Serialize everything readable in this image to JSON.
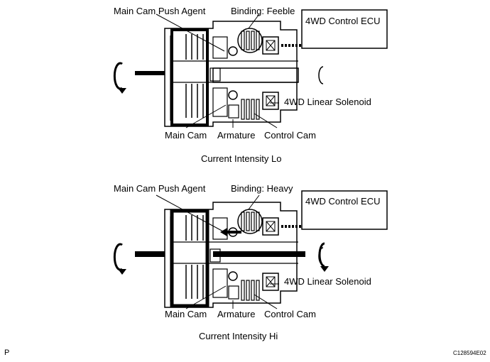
{
  "diagrams": [
    {
      "labels": {
        "push_agent": "Main Cam Push Agent",
        "binding": "Binding: Feeble",
        "ecu": "4WD Control ECU",
        "solenoid": "4WD Linear Solenoid",
        "main_cam": "Main Cam",
        "armature": "Armature",
        "control_cam": "Control Cam"
      },
      "caption": "Current Intensity Lo"
    },
    {
      "labels": {
        "push_agent": "Main Cam Push Agent",
        "binding": "Binding: Heavy",
        "ecu": "4WD Control ECU",
        "solenoid": "4WD Linear Solenoid",
        "main_cam": "Main Cam",
        "armature": "Armature",
        "control_cam": "Control Cam"
      },
      "caption": "Current Intensity Hi"
    }
  ],
  "footer": {
    "left_mark": "P",
    "figure_code": "C128594E02"
  }
}
